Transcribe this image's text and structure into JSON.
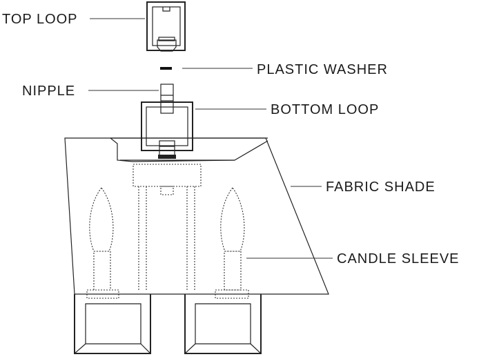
{
  "labels": {
    "top_loop": "TOP LOOP",
    "plastic_washer": "PLASTIC WASHER",
    "nipple": "NIPPLE",
    "bottom_loop": "BOTTOM LOOP",
    "fabric_shade": "FABRIC SHADE",
    "candle_sleeve": "CANDLE SLEEVE"
  }
}
